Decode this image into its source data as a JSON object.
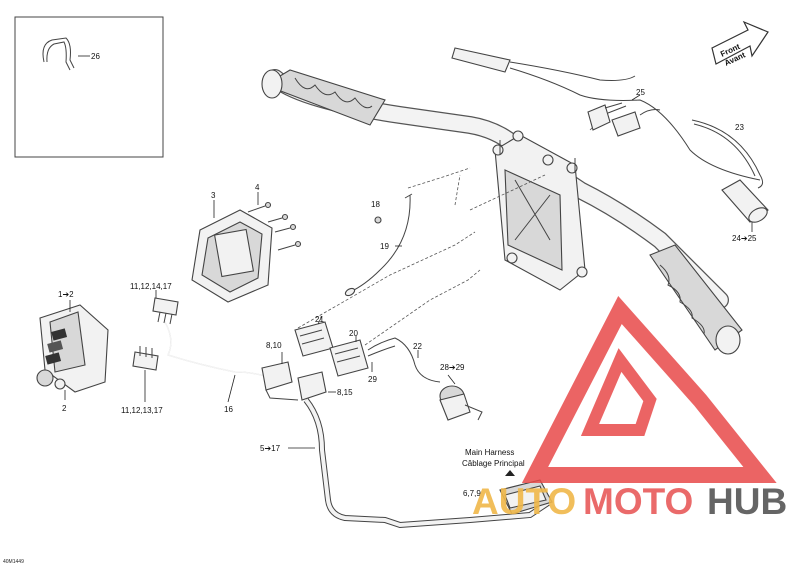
{
  "diagram": {
    "code": "40M1449",
    "front_label_1": "Front",
    "front_label_2": "Avant",
    "main_harness_en": "Main Harness",
    "main_harness_fr": "Câblage Principal",
    "callouts": {
      "p26": "26",
      "p3": "3",
      "p4": "4",
      "p18": "18",
      "p19": "19",
      "p1_2": "1➔2",
      "p2": "2",
      "p11_12_14_17": "11,12,14,17",
      "p11_12_13_17": "11,12,13,17",
      "p16": "16",
      "p8_10": "8,10",
      "p8_15": "8,15",
      "p5_17": "5➔17",
      "p21": "21",
      "p20": "20",
      "p22": "22",
      "p29": "29",
      "p28_29": "28➔29",
      "p25": "25",
      "p23": "23",
      "p24_25": "24➔25",
      "p6_7_9": "6,7,9"
    }
  },
  "watermark": {
    "text_auto": "AUTO",
    "text_moto": "MOTO",
    "text_hub": "HUB",
    "colors": {
      "auto": "#f0b84a",
      "moto": "#e85a5a",
      "hub": "#555555",
      "logo": "#e84a4a"
    }
  }
}
